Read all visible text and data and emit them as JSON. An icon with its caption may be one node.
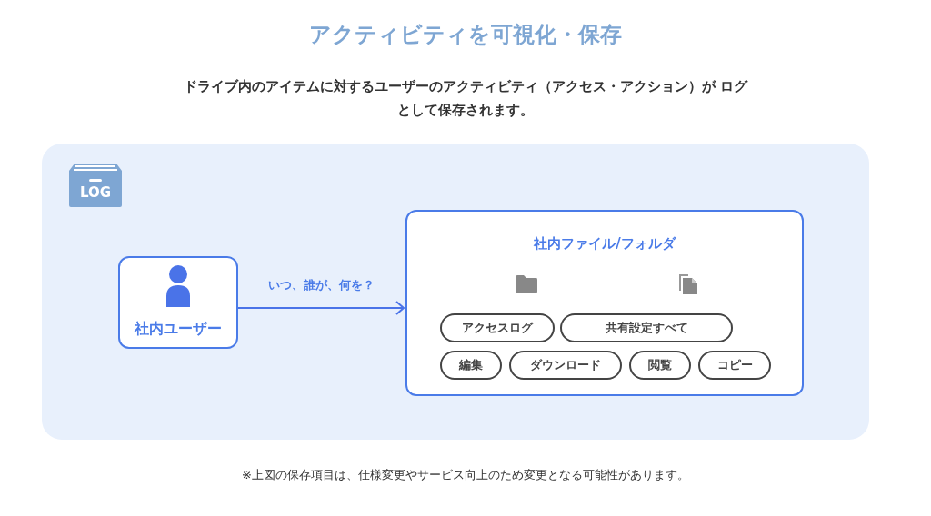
{
  "diagram": {
    "title": "アクティビティを可視化・保存",
    "nodes": [
      {
        "text": [
          "社内ユーザー"
        ]
      },
      {
        "text": [
          "社内ファイル/フォルダ"
        ]
      },
      {
        "text": [
          "アクセスログ"
        ],
        "in": 1
      },
      {
        "text": [
          "共有設定すべて"
        ],
        "in": 1
      },
      {
        "text": [
          "編集"
        ],
        "in": 1
      },
      {
        "text": [
          "ダウンロード"
        ],
        "in": 1
      },
      {
        "text": [
          "閲覧"
        ],
        "in": 1
      },
      {
        "text": [
          "コピー"
        ],
        "in": 1
      }
    ],
    "edges": [
      {
        "from": 0,
        "to": 1,
        "arrow": "to",
        "label": "いつ、誰が、何を？"
      }
    ],
    "labels": [
      "ドライブ内のアイテムに対するユーザーのアクティビティ（アクセス・アクション）が ログとして保存されます。",
      "LOG",
      "※上図の保存項目は、仕様変更やサービス向上のため変更となる可能性があります。"
    ]
  }
}
